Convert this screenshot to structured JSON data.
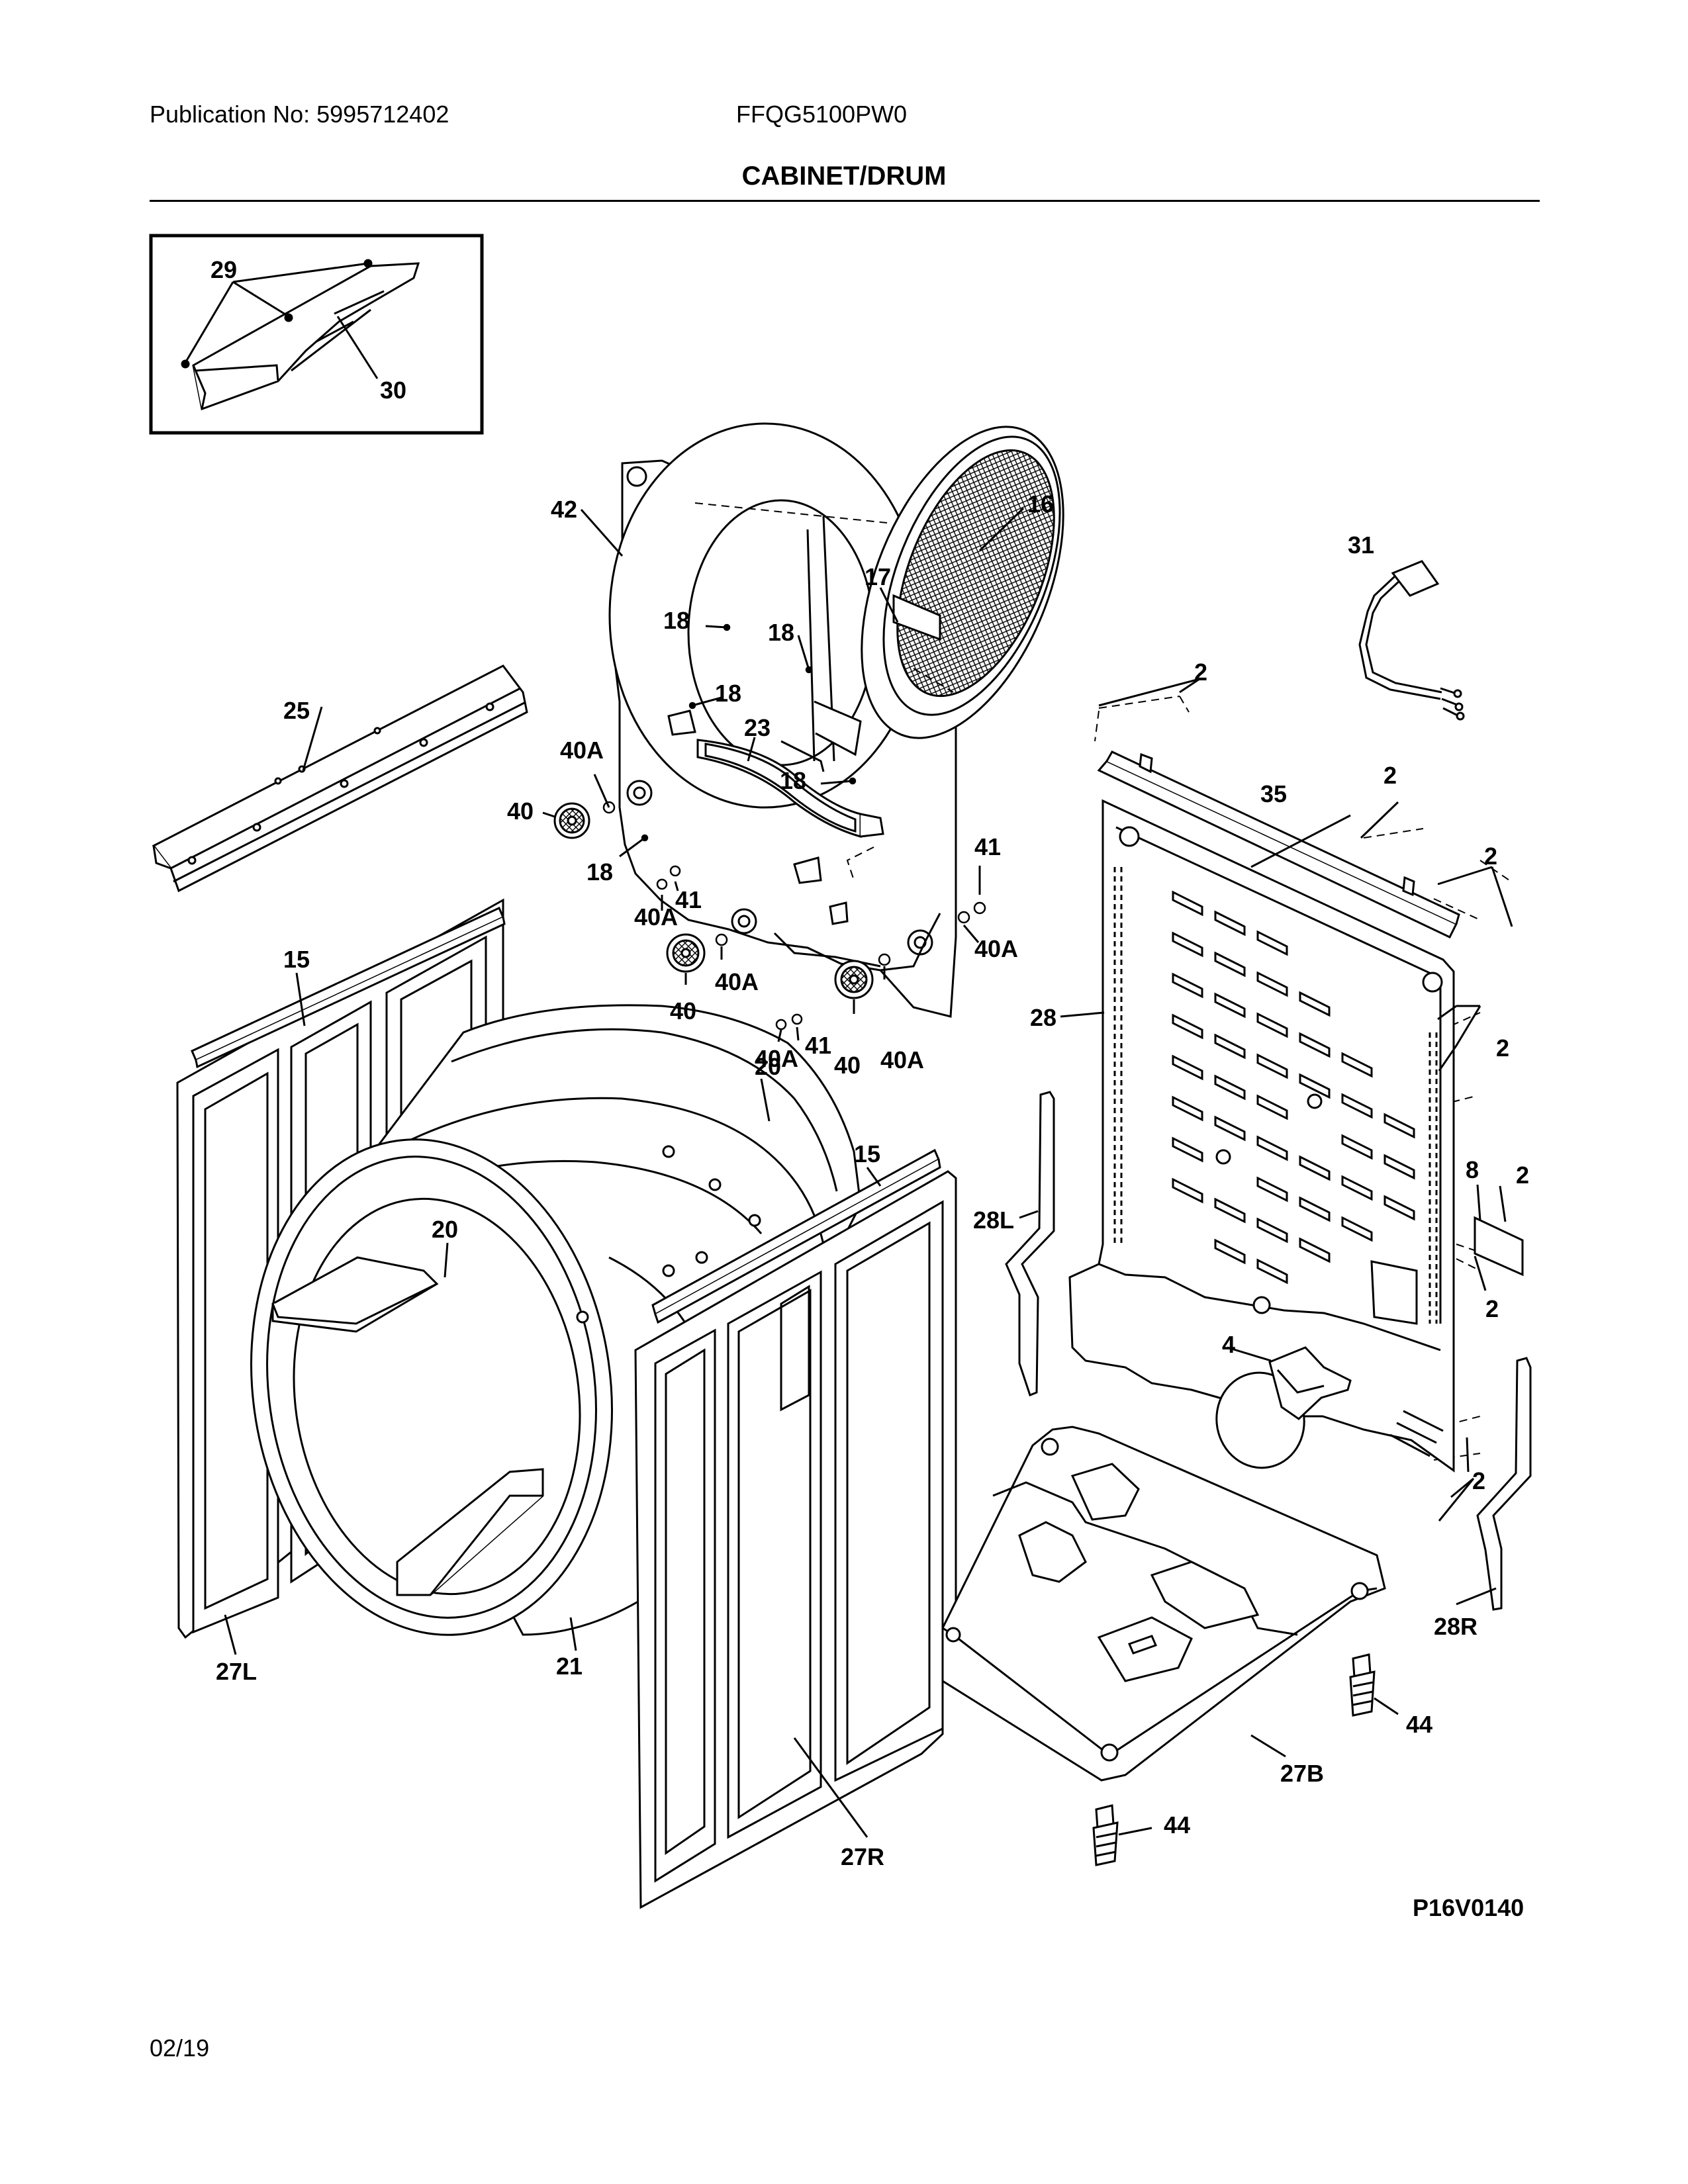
{
  "header": {
    "publication": "Publication No: 5995712402",
    "model": "FFQG5100PW0",
    "title": "CABINET/DRUM"
  },
  "callouts": {
    "c29": "29",
    "c30": "30",
    "c42": "42",
    "c16": "16",
    "c31": "31",
    "c17": "17",
    "c18a": "18",
    "c18b": "18",
    "c18c": "18",
    "c18d": "18",
    "c18e": "18",
    "c25": "25",
    "c23": "23",
    "c40A_a": "40A",
    "c40_a": "40",
    "c40A_b": "40A",
    "c41_a": "41",
    "c41_b": "41",
    "c40A_c": "40A",
    "c40_b": "40",
    "c40A_d": "40A",
    "c41_c": "41",
    "c40A_e": "40A",
    "c40_c": "40",
    "c40A_f": "40A",
    "c2a": "2",
    "c2b": "2",
    "c2c": "2",
    "c2d": "2",
    "c2e": "2",
    "c2f": "2",
    "c2g": "2",
    "c35": "35",
    "c28": "28",
    "c15a": "15",
    "c15b": "15",
    "c20a": "20",
    "c20b": "20",
    "c28L": "28L",
    "c8": "8",
    "c4": "4",
    "c27L": "27L",
    "c21": "21",
    "c27R": "27R",
    "c27B": "27B",
    "c44a": "44",
    "c44b": "44",
    "c28R": "28R"
  },
  "footer": {
    "figure_code": "P16V0140",
    "date": "02/19"
  }
}
